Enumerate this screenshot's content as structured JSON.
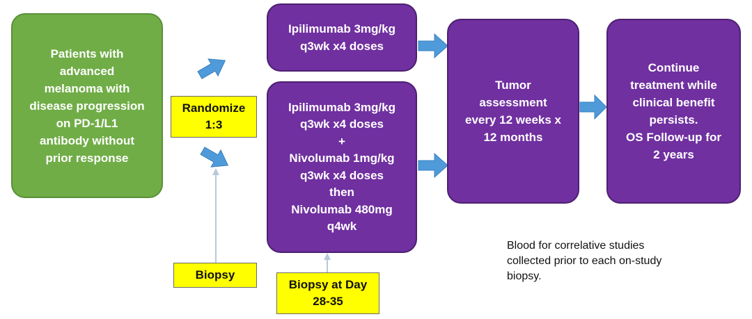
{
  "colors": {
    "green_box": "#70ad47",
    "purple_box": "#7030a0",
    "yellow_box": "#ffff00",
    "arrow_fill": "#4f9bd9",
    "connector": "#b9c7d8"
  },
  "patients_box": {
    "text": "Patients with\nadvanced\nmelanoma with\ndisease progression\non PD-1/L1\nantibody without\nprior response"
  },
  "randomize_box": {
    "text": "Randomize\n1:3"
  },
  "biopsy_box": {
    "text": "Biopsy"
  },
  "arm_a_box": {
    "text": "Ipilimumab 3mg/kg\nq3wk x4 doses"
  },
  "arm_b_box": {
    "text": "Ipilimumab 3mg/kg\nq3wk x4 doses\n+\nNivolumab 1mg/kg\nq3wk x4 doses\nthen\nNivolumab 480mg\nq4wk"
  },
  "biopsy_day_box": {
    "text": "Biopsy at Day\n28-35"
  },
  "tumor_box": {
    "text": "Tumor\nassessment\nevery 12 weeks x\n12 months"
  },
  "continue_box": {
    "text": "Continue\ntreatment while\nclinical benefit\npersists.\nOS Follow-up for\n2 years"
  },
  "note": {
    "text": "Blood for correlative studies\ncollected prior to each on-study\nbiopsy."
  }
}
